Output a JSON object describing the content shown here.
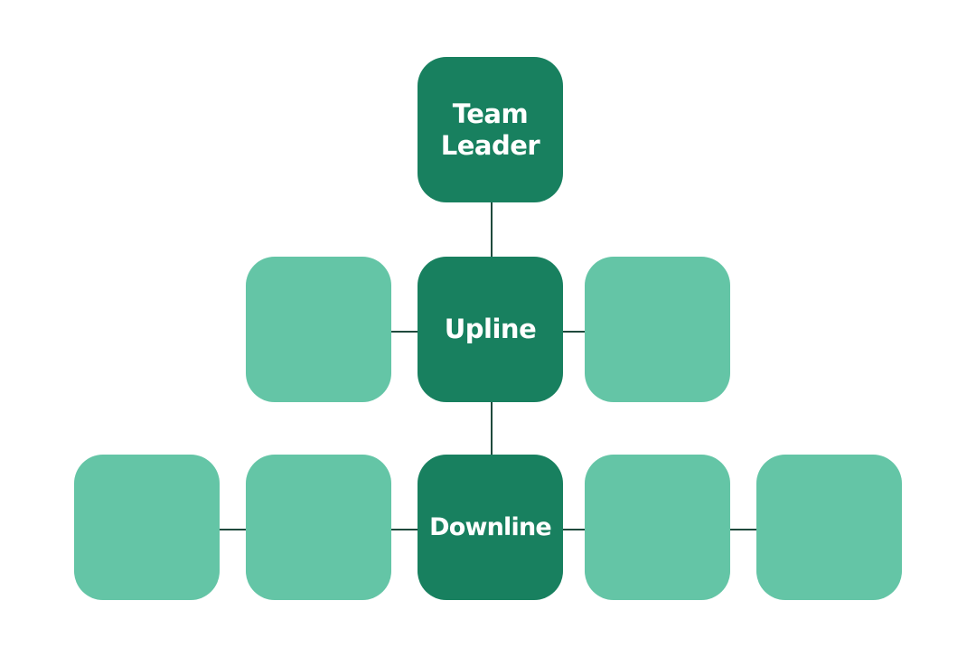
{
  "colors": {
    "primary_node": "#18805f",
    "secondary_node": "#64c5a6",
    "connector": "#1f4a3d",
    "label_text": "#ffffff"
  },
  "nodes": {
    "team_leader": "Team\nLeader",
    "upline": "Upline",
    "downline": "Downline"
  }
}
